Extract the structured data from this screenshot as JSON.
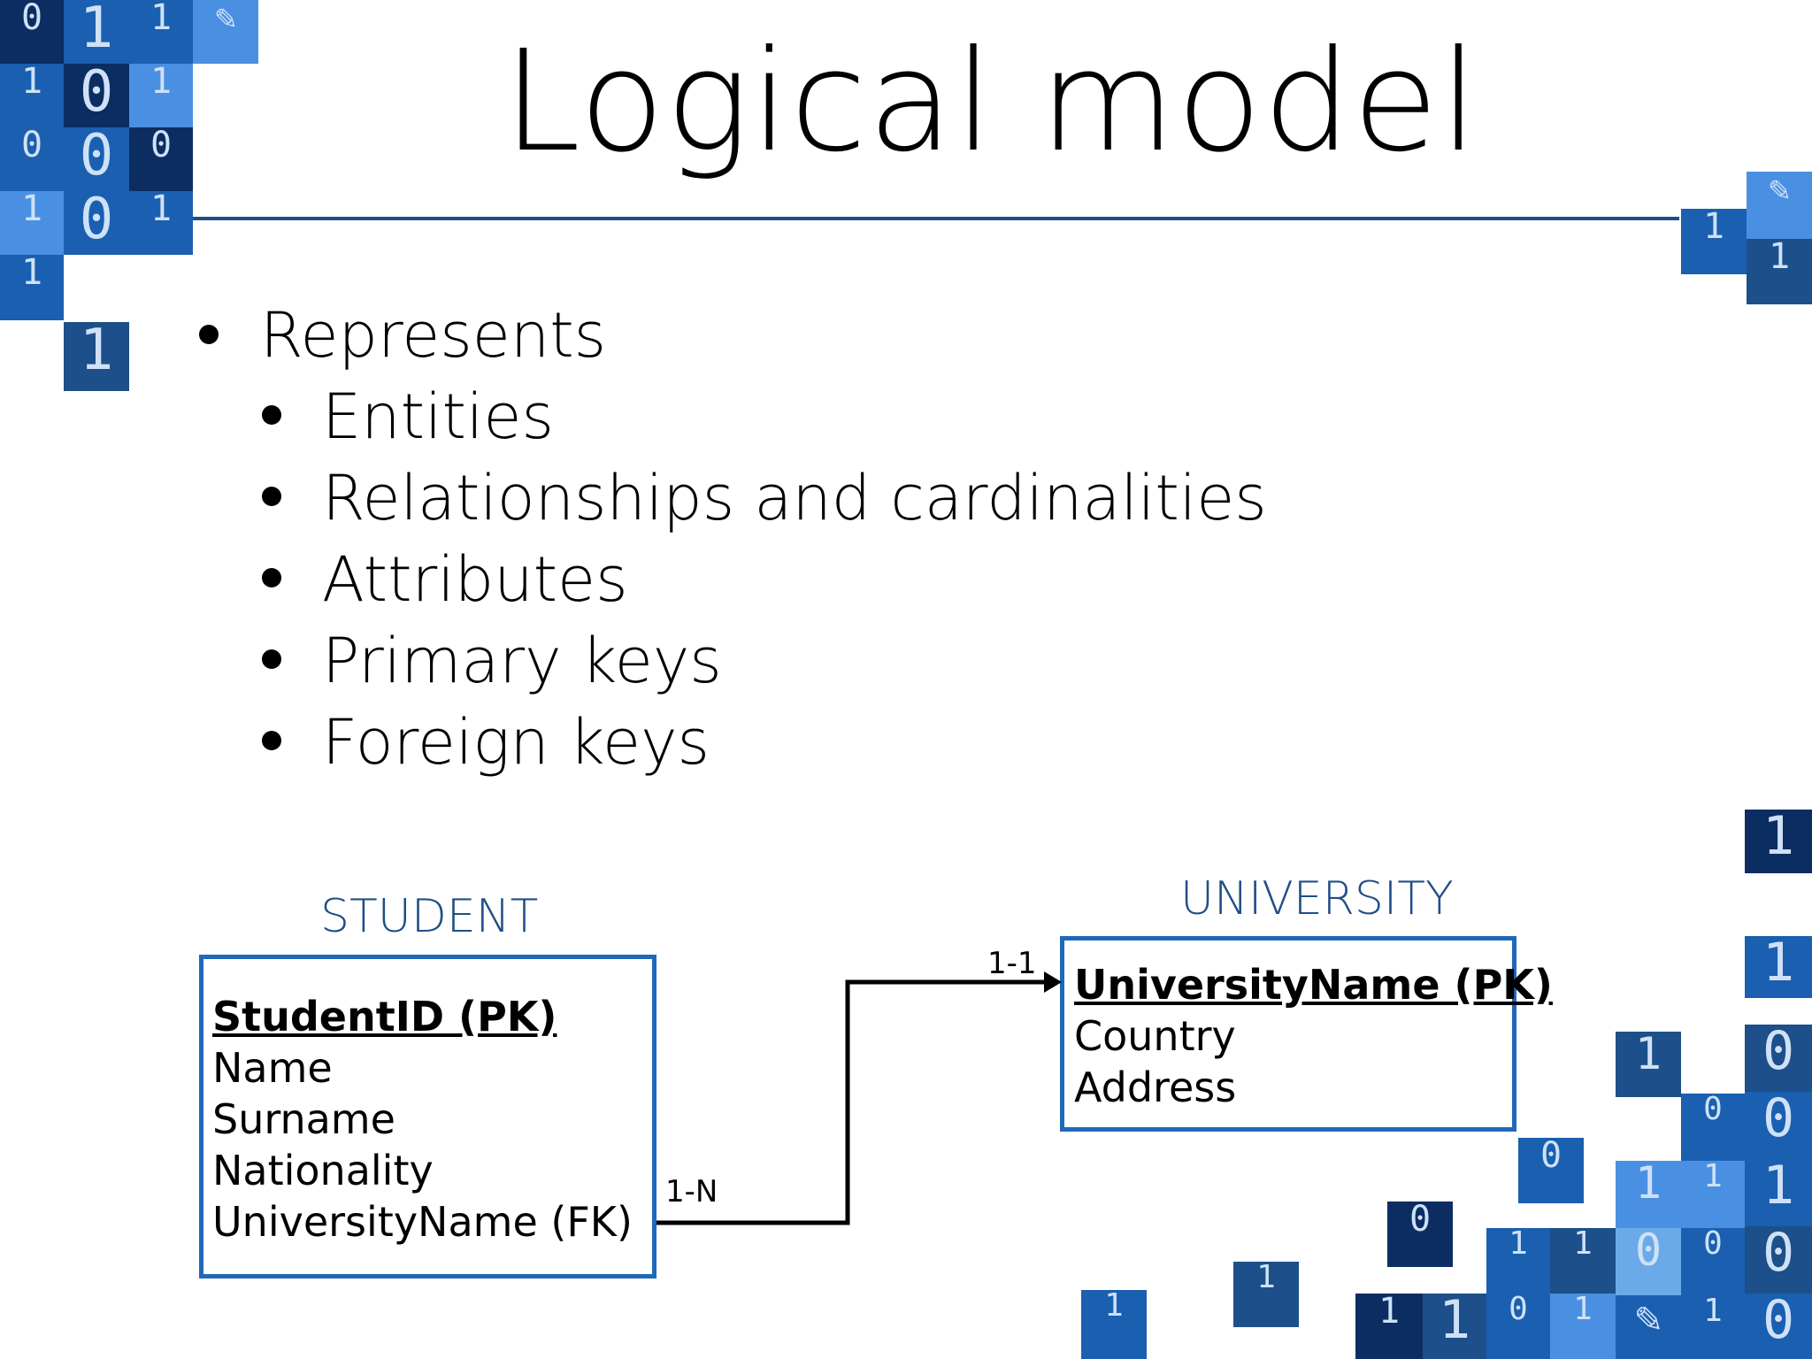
{
  "slide": {
    "title": "Logical model",
    "accent_color": "#1d4f8a",
    "bullets": {
      "top": "Represents",
      "sub": [
        "Entities",
        "Relationships and cardinalities",
        "Attributes",
        "Primary keys",
        "Foreign keys"
      ]
    }
  },
  "diagram": {
    "student": {
      "name": "STUDENT",
      "pk": "StudentID (PK)",
      "attributes": [
        "Name",
        "Surname",
        "Nationality",
        "UniversityName (FK)"
      ]
    },
    "university": {
      "name": "UNIVERSITY",
      "pk": "UniversityName (PK)",
      "attributes": [
        "Country",
        "Address"
      ]
    },
    "relationship": {
      "student_side_cardinality": "1-N",
      "university_side_cardinality": "1-1"
    }
  },
  "decoration": {
    "digits": [
      "0",
      "1",
      "0",
      "0",
      "1",
      "1",
      "0",
      "1",
      "0",
      "0",
      "1",
      "0"
    ],
    "colors": {
      "dark": "#0c2d62",
      "mid": "#1a5fb0",
      "light": "#4a90e2",
      "pale": "#6aaae8"
    }
  }
}
